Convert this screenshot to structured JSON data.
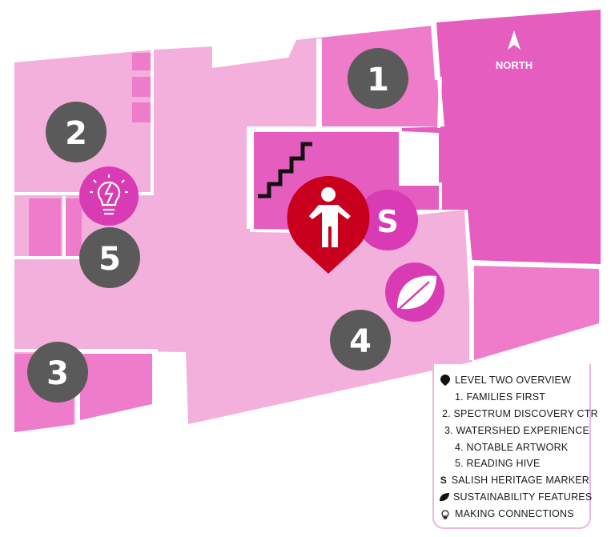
{
  "compass": {
    "label": "NORTH",
    "icon": "north-arrow-icon"
  },
  "markers": {
    "you_are_here": {
      "icon": "person-icon",
      "color": "#c8001e"
    },
    "salish": {
      "text": "S"
    },
    "sustainability": {
      "icon": "leaf-icon"
    },
    "connections": {
      "icon": "lightbulb-icon"
    },
    "area_1": "1",
    "area_2": "2",
    "area_3": "3",
    "area_4": "4",
    "area_5": "5"
  },
  "legend": {
    "items": [
      {
        "symbol": "map-pin-icon",
        "label": "LEVEL TWO OVERVIEW"
      },
      {
        "symbol_text": "",
        "label": "1. FAMILIES FIRST"
      },
      {
        "symbol_text": "",
        "label": "2. SPECTRUM DISCOVERY CTR"
      },
      {
        "symbol_text": "",
        "label": "3. WATERSHED EXPERIENCE"
      },
      {
        "symbol_text": "",
        "label": "4. NOTABLE ARTWORK"
      },
      {
        "symbol_text": "",
        "label": "5. READING HIVE"
      },
      {
        "symbol_text": "S",
        "label": "SALISH HERITAGE MARKER"
      },
      {
        "symbol": "leaf-icon",
        "label": "SUSTAINABILITY FEATURES"
      },
      {
        "symbol": "lightbulb-icon",
        "label": "MAKING CONNECTIONS"
      }
    ]
  },
  "colors": {
    "light_pink": "#f4b0dc",
    "mid_pink": "#ee7ccb",
    "dark_pink": "#e55dbf",
    "marker_pink": "#d93bb4",
    "gray_marker": "#5a5a5a",
    "red_marker": "#c8001e"
  }
}
